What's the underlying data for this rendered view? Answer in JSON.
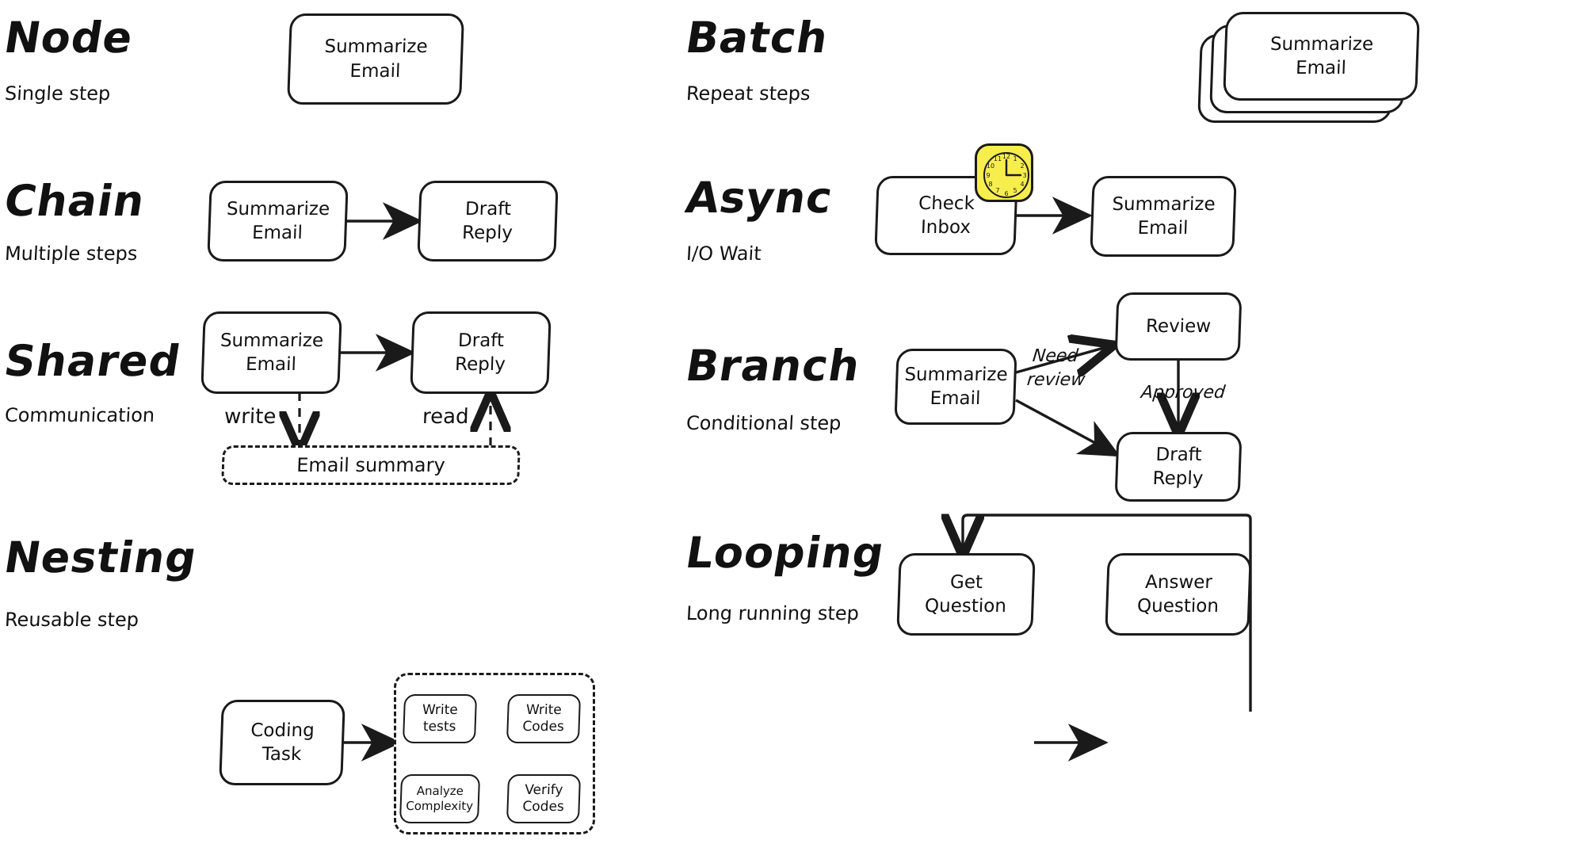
{
  "sections": [
    {
      "key": "node",
      "title": "Node",
      "subtitle": "Single step"
    },
    {
      "key": "batch",
      "title": "Batch",
      "subtitle": "Repeat steps"
    },
    {
      "key": "chain",
      "title": "Chain",
      "subtitle": "Multiple steps"
    },
    {
      "key": "async",
      "title": "Async",
      "subtitle": "I/O Wait"
    },
    {
      "key": "shared",
      "title": "Shared",
      "subtitle": "Communication"
    },
    {
      "key": "branch",
      "title": "Branch",
      "subtitle": "Conditional step"
    },
    {
      "key": "nesting",
      "title": "Nesting",
      "subtitle": "Reusable step"
    },
    {
      "key": "looping",
      "title": "Looping",
      "subtitle": "Long running step"
    }
  ],
  "nodes": {
    "node_summarize": "Summarize\nEmail",
    "batch_summarize": "Summarize\nEmail",
    "chain_summarize": "Summarize\nEmail",
    "chain_draft": "Draft\nReply",
    "async_check_inbox": "Check\nInbox",
    "async_summarize": "Summarize\nEmail",
    "shared_summarize": "Summarize\nEmail",
    "shared_draft": "Draft\nReply",
    "shared_store": "Email summary",
    "branch_summarize": "Summarize\nEmail",
    "branch_review": "Review",
    "branch_draft": "Draft\nReply",
    "nesting_coding_task": "Coding\nTask",
    "nesting_write_tests": "Write\ntests",
    "nesting_write_codes": "Write\nCodes",
    "nesting_verify_codes": "Verify\nCodes",
    "nesting_analyze_complexity": "Analyze\nComplexity",
    "looping_get_question": "Get\nQuestion",
    "looping_answer_question": "Answer\nQuestion"
  },
  "edge_labels": {
    "shared_write": "write",
    "shared_read": "read",
    "branch_need_review_l1": "Need",
    "branch_need_review_l2": "review",
    "branch_approved": "Approved"
  },
  "clock": {
    "hours": [
      "12",
      "1",
      "2",
      "3",
      "4",
      "5",
      "6",
      "7",
      "8",
      "9",
      "10",
      "11"
    ],
    "hour_hand": "12",
    "minute_hand": "3",
    "face_color": "#f7ee4e"
  },
  "colors": {
    "ink": "#1a1a1a",
    "paper": "#ffffff",
    "accent_yellow": "#f7ee4e"
  }
}
